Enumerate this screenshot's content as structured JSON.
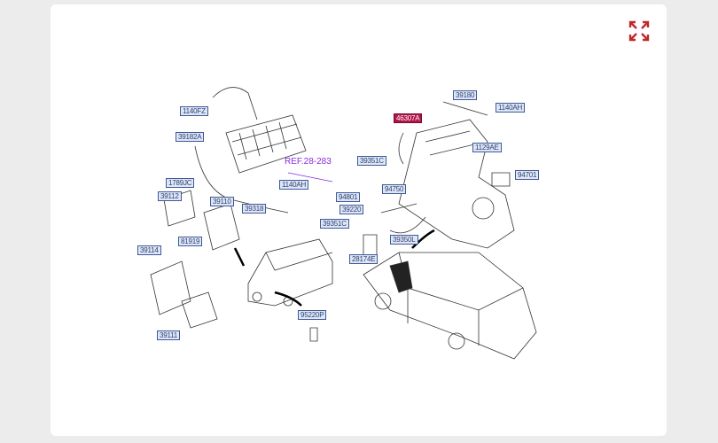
{
  "diagram": {
    "ref_label": "REF.28-283",
    "parts": [
      {
        "id": "p1",
        "code": "1140FZ"
      },
      {
        "id": "p2",
        "code": "39182A"
      },
      {
        "id": "p3",
        "code": "1789JC"
      },
      {
        "id": "p4",
        "code": "1140AH"
      },
      {
        "id": "p5",
        "code": "39112"
      },
      {
        "id": "p6",
        "code": "39110"
      },
      {
        "id": "p7",
        "code": "39318"
      },
      {
        "id": "p8",
        "code": "39114"
      },
      {
        "id": "p9",
        "code": "81919"
      },
      {
        "id": "p10",
        "code": "39111"
      },
      {
        "id": "p11",
        "code": "95220P"
      },
      {
        "id": "p12",
        "code": "39180"
      },
      {
        "id": "p13",
        "code": "1140AH"
      },
      {
        "id": "p14",
        "code": "46307A",
        "highlighted": true
      },
      {
        "id": "p15",
        "code": "1129AE"
      },
      {
        "id": "p16",
        "code": "39351C"
      },
      {
        "id": "p17",
        "code": "94701"
      },
      {
        "id": "p18",
        "code": "94750"
      },
      {
        "id": "p19",
        "code": "94801"
      },
      {
        "id": "p20",
        "code": "39220"
      },
      {
        "id": "p21",
        "code": "39351C"
      },
      {
        "id": "p22",
        "code": "39350L"
      },
      {
        "id": "p23",
        "code": "28174E"
      }
    ]
  },
  "colors": {
    "accent": "#c0282d",
    "label_bg": "#dfe6f5",
    "highlight": "#b0154a",
    "ref": "#8a2be2"
  }
}
